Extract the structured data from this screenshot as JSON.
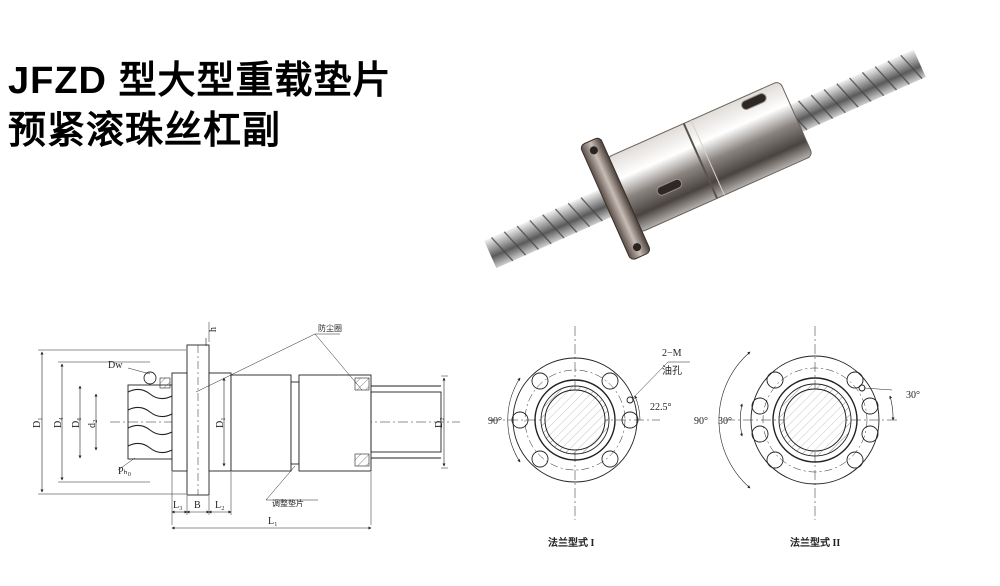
{
  "title": {
    "line1": "JFZD 型大型重载垫片",
    "line2": "预紧滚珠丝杠副"
  },
  "section_view": {
    "labels": {
      "dw": "Dw",
      "d1": "D₁",
      "d4": "D₄",
      "d6": "D₆",
      "d2small": "d₂",
      "dshaft": "D₁",
      "d2": "D₂",
      "ph0": "Pₕ₀",
      "h": "h",
      "l3": "L₃",
      "b": "B",
      "l2": "L₂",
      "l1": "L₁",
      "dust_seal": "防尘圈",
      "shim": "调整垫片"
    }
  },
  "flange_type_1": {
    "caption": "法兰型式 I",
    "angle_90": "90°",
    "angle_22": "22.5°",
    "callout_m": "2−M",
    "callout_oil": "油孔"
  },
  "flange_type_2": {
    "caption": "法兰型式 II",
    "angle_90": "90°",
    "angle_30a": "30°",
    "angle_30b": "30°"
  },
  "colors": {
    "line": "#222222",
    "title": "#000000"
  }
}
